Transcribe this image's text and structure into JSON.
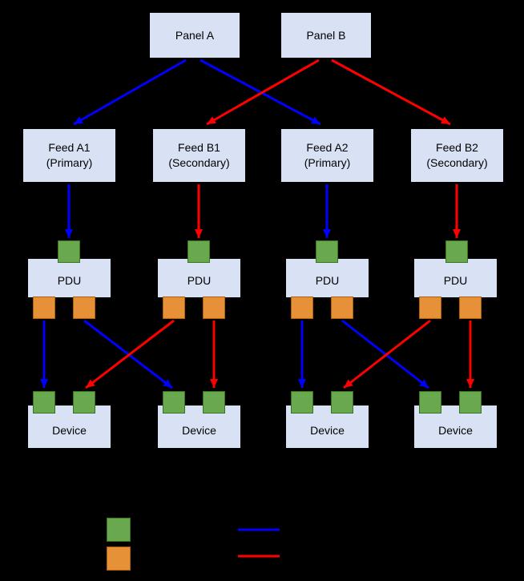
{
  "diagram": {
    "panels": [
      {
        "label": "Panel A"
      },
      {
        "label": "Panel B"
      }
    ],
    "feeds": [
      {
        "line1": "Feed A1",
        "line2": "(Primary)"
      },
      {
        "line1": "Feed B1",
        "line2": "(Secondary)"
      },
      {
        "line1": "Feed A2",
        "line2": "(Primary)"
      },
      {
        "line1": "Feed B2",
        "line2": "(Secondary)"
      }
    ],
    "pdus": [
      {
        "label": "PDU"
      },
      {
        "label": "PDU"
      },
      {
        "label": "PDU"
      },
      {
        "label": "PDU"
      }
    ],
    "devices": [
      {
        "label": "Device"
      },
      {
        "label": "Device"
      },
      {
        "label": "Device"
      },
      {
        "label": "Device"
      }
    ],
    "colors": {
      "background": "#000000",
      "node_fill": "#d9e2f5",
      "input_port": "#6aa84f",
      "output_port": "#e69138",
      "primary_path": "#0000ff",
      "secondary_path": "#ff0000"
    }
  }
}
